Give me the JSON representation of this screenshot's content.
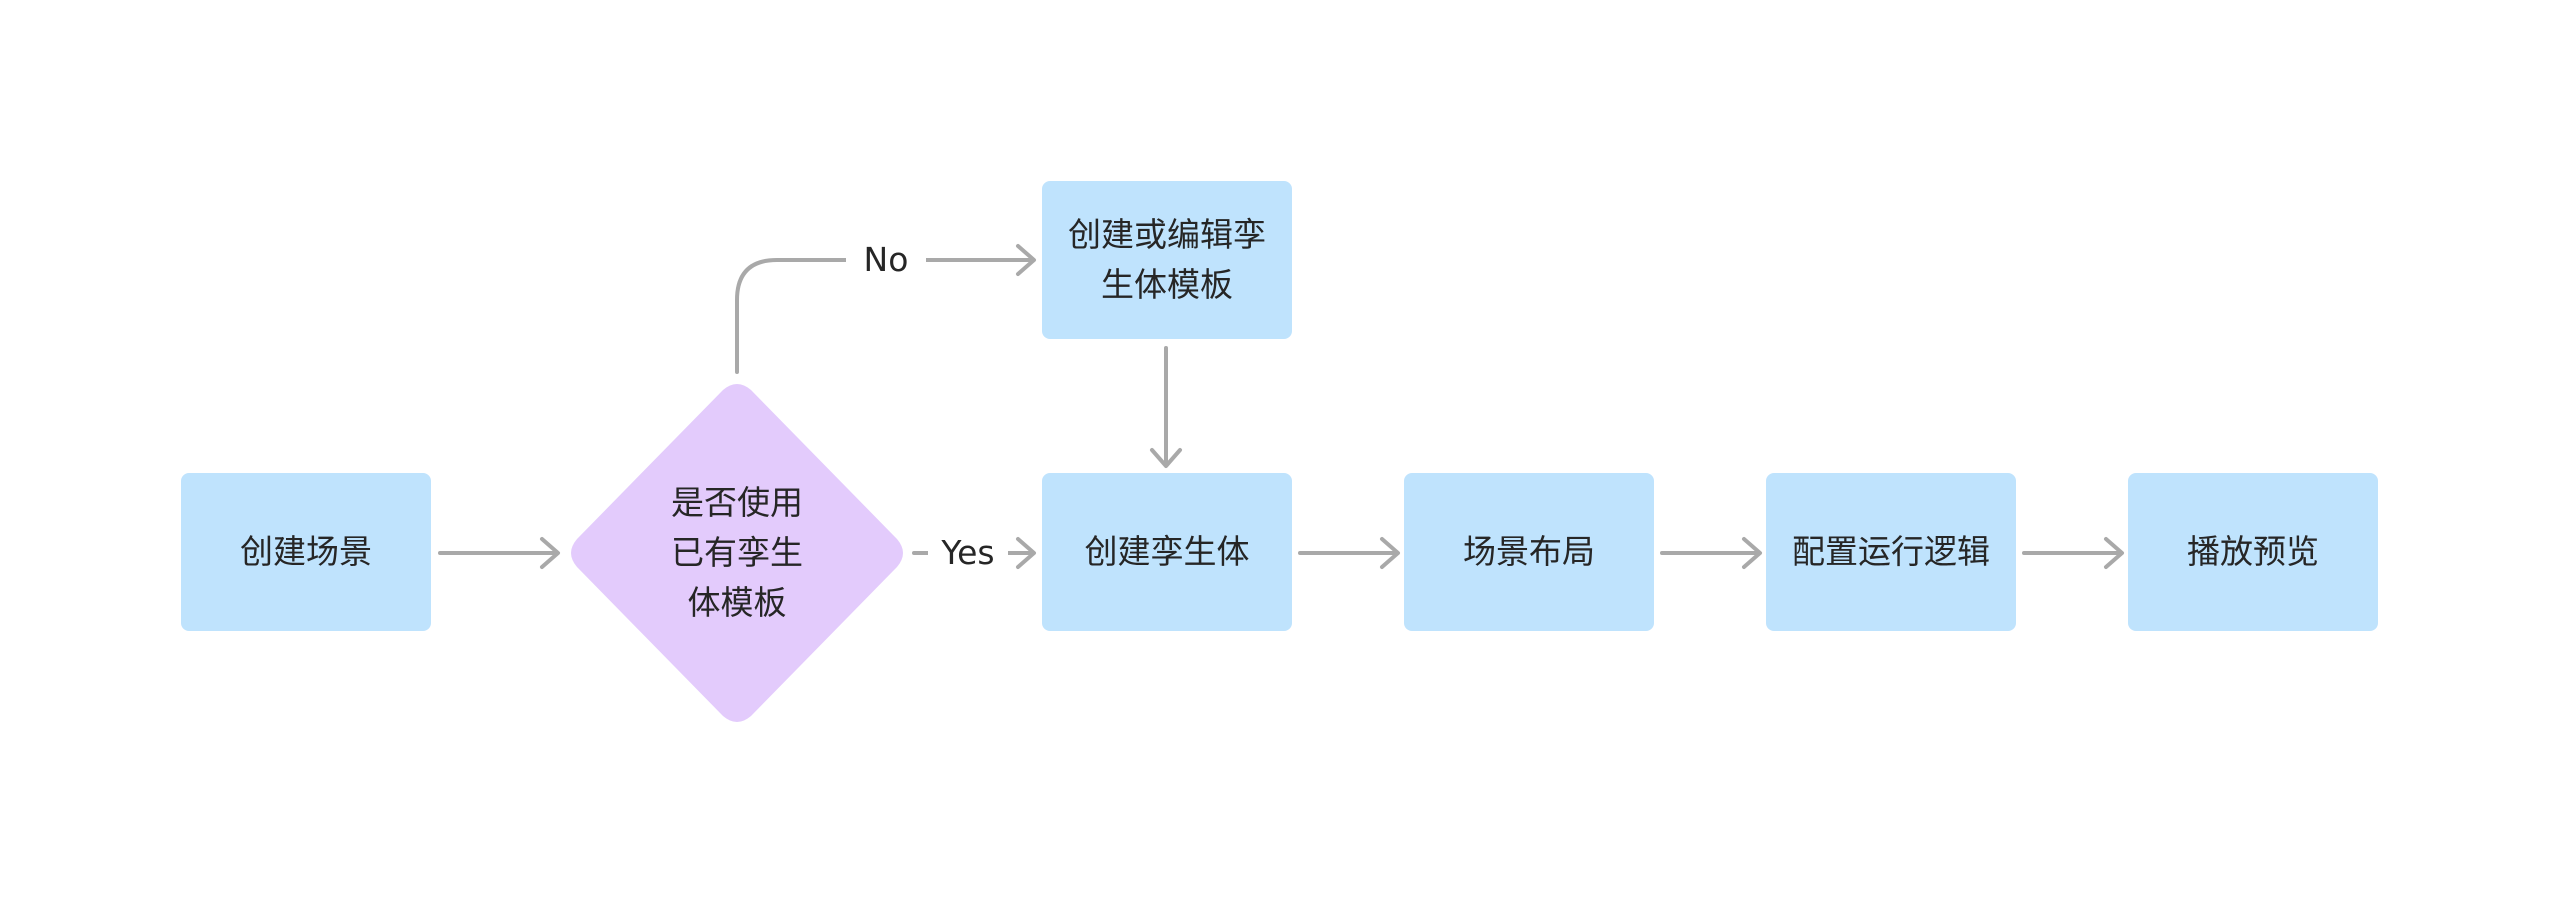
{
  "nodes": {
    "create_scene": "创建场景",
    "decision": [
      "是否使用",
      "已有孪生",
      "体模板"
    ],
    "edit_template": [
      "创建或编辑孪",
      "生体模板"
    ],
    "create_twin": "创建孪生体",
    "scene_layout": "场景布局",
    "config_logic": "配置运行逻辑",
    "play_preview": "播放预览"
  },
  "edges": {
    "no_label": "No",
    "yes_label": "Yes"
  },
  "colors": {
    "process_fill": "#bfe3fd",
    "decision_fill": "#e3cbfc",
    "connector": "#a9a9a9",
    "text": "#262626"
  }
}
